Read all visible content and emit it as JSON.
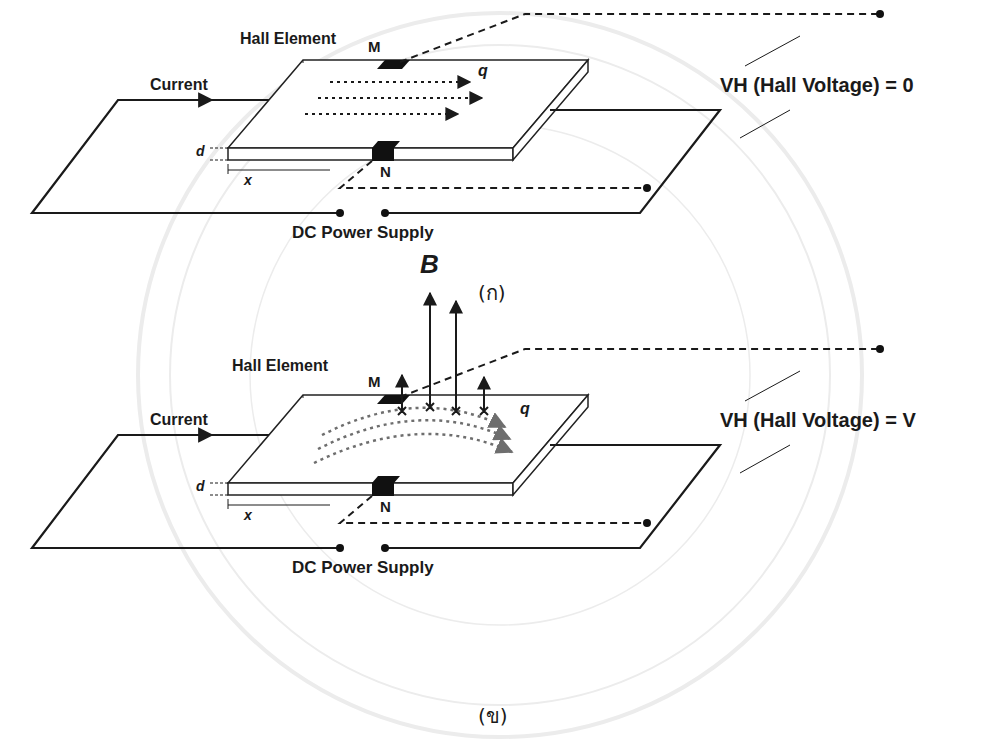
{
  "diagram": {
    "labels": [
      "Hall Element",
      "M",
      "q",
      "Current",
      "VH (Hall Voltage) = 0",
      "d",
      "N",
      "x",
      "DC Power Supply",
      "(ก)",
      "B",
      "Hall Element",
      "M",
      "q",
      "Current",
      "VH (Hall Voltage) = V",
      "d",
      "N",
      "x",
      "DC Power Supply",
      "(ข)"
    ]
  }
}
